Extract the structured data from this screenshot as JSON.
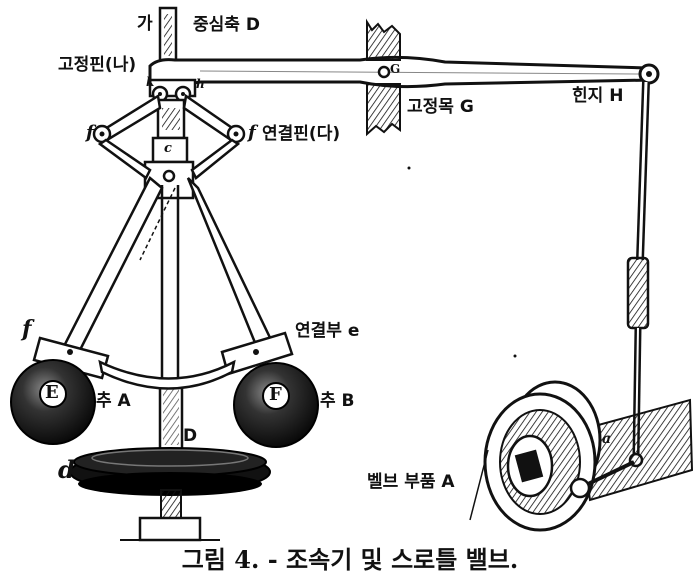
{
  "labels": {
    "ga": "가",
    "center_shaft": "중심축 D",
    "fixed_pin": "고정핀(나)",
    "fixed_block": "고정목 G",
    "hinge": "힌지 H",
    "link_pin": "연결핀(다)",
    "connector": "연결부 e",
    "weight_a": "추 A",
    "weight_b": "추 B",
    "shaft_d": "D",
    "valve_part": "벨브 부품 A"
  },
  "letters": {
    "ball_left": "E",
    "ball_right": "F",
    "f_left_top": "f",
    "f_right_top": "f",
    "f_left_arm": "f",
    "d_pulley": "d",
    "k": "k",
    "h": "h",
    "a": "a",
    "c": "c",
    "g": "G"
  },
  "caption": "그림 4. - 조속기 및 스로틀 밸브."
}
